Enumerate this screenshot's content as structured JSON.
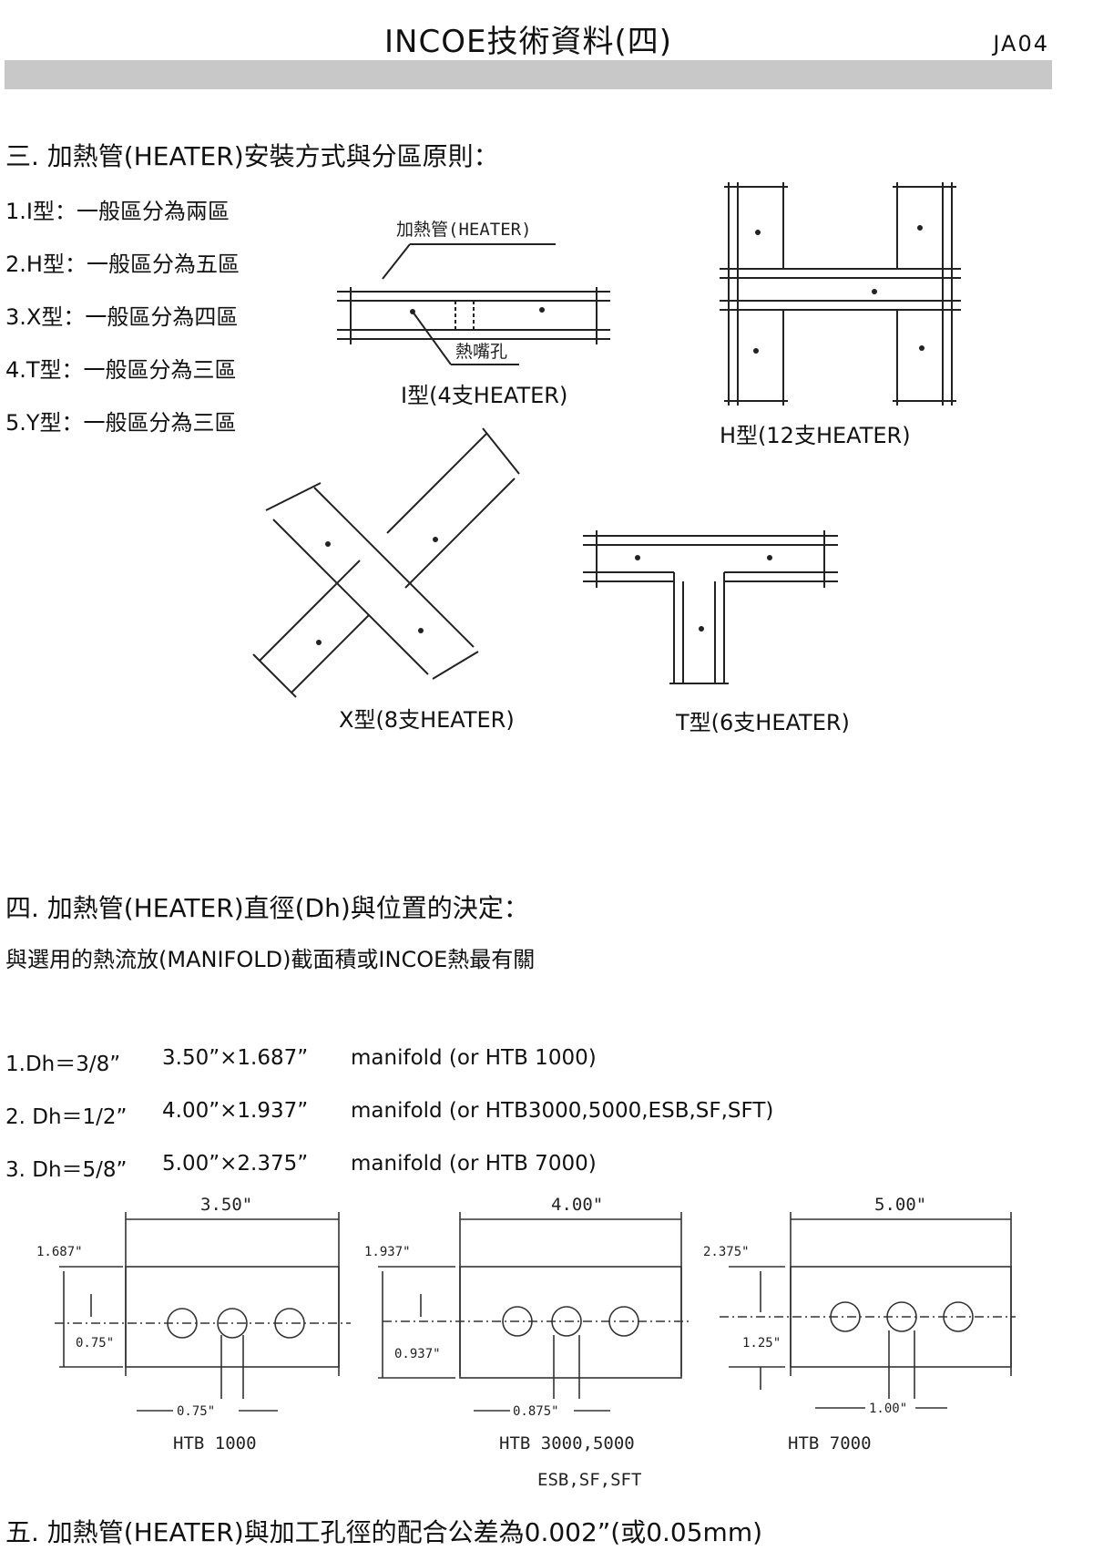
{
  "header": {
    "title": "INCOE技術資料(四)",
    "code": "JA04"
  },
  "section3": {
    "heading": "三. 加熱管(HEATER)安裝方式與分區原則：",
    "items": [
      "1.I型：一般區分為兩區",
      "2.H型：一般區分為五區",
      "3.X型：一般區分為四區",
      "4.T型：一般區分為三區",
      "5.Y型：一般區分為三區"
    ],
    "diagram_labels": {
      "heater": "加熱管(HEATER)",
      "nozzle": "熱嘴孔"
    },
    "captions": {
      "i": "I型(4支HEATER)",
      "h": "H型(12支HEATER)",
      "x": "X型(8支HEATER)",
      "t": "T型(6支HEATER)"
    }
  },
  "section4": {
    "heading": "四. 加熱管(HEATER)直徑(Dh)與位置的決定：",
    "intro": "與選用的熱流放(MANIFOLD)截面積或INCOE熱最有關",
    "specs": [
      {
        "dh": "1.Dh＝3/8”",
        "size": "3.50”×1.687”",
        "manifold": "manifold (or HTB 1000)"
      },
      {
        "dh": "2. Dh＝1/2”",
        "size": "4.00”×1.937”",
        "manifold": "manifold (or HTB3000,5000,ESB,SF,SFT)"
      },
      {
        "dh": "3. Dh＝5/8”",
        "size": "5.00”×2.375”",
        "manifold": "manifold (or HTB 7000)"
      }
    ],
    "drawings": [
      {
        "width": "3.50\"",
        "height": "1.687\"",
        "offset": "0.75\"",
        "pitch": "0.75\"",
        "name": "HTB 1000",
        "name2": ""
      },
      {
        "width": "4.00\"",
        "height": "1.937\"",
        "offset": "0.937\"",
        "pitch": "0.875\"",
        "name": "HTB 3000,5000",
        "name2": "ESB,SF,SFT"
      },
      {
        "width": "5.00\"",
        "height": "2.375\"",
        "offset": "1.25\"",
        "pitch": "1.00\"",
        "name": "HTB 7000",
        "name2": ""
      }
    ]
  },
  "section5": {
    "heading": "五. 加熱管(HEATER)與加工孔徑的配合公差為0.002”(或0.05mm)"
  }
}
